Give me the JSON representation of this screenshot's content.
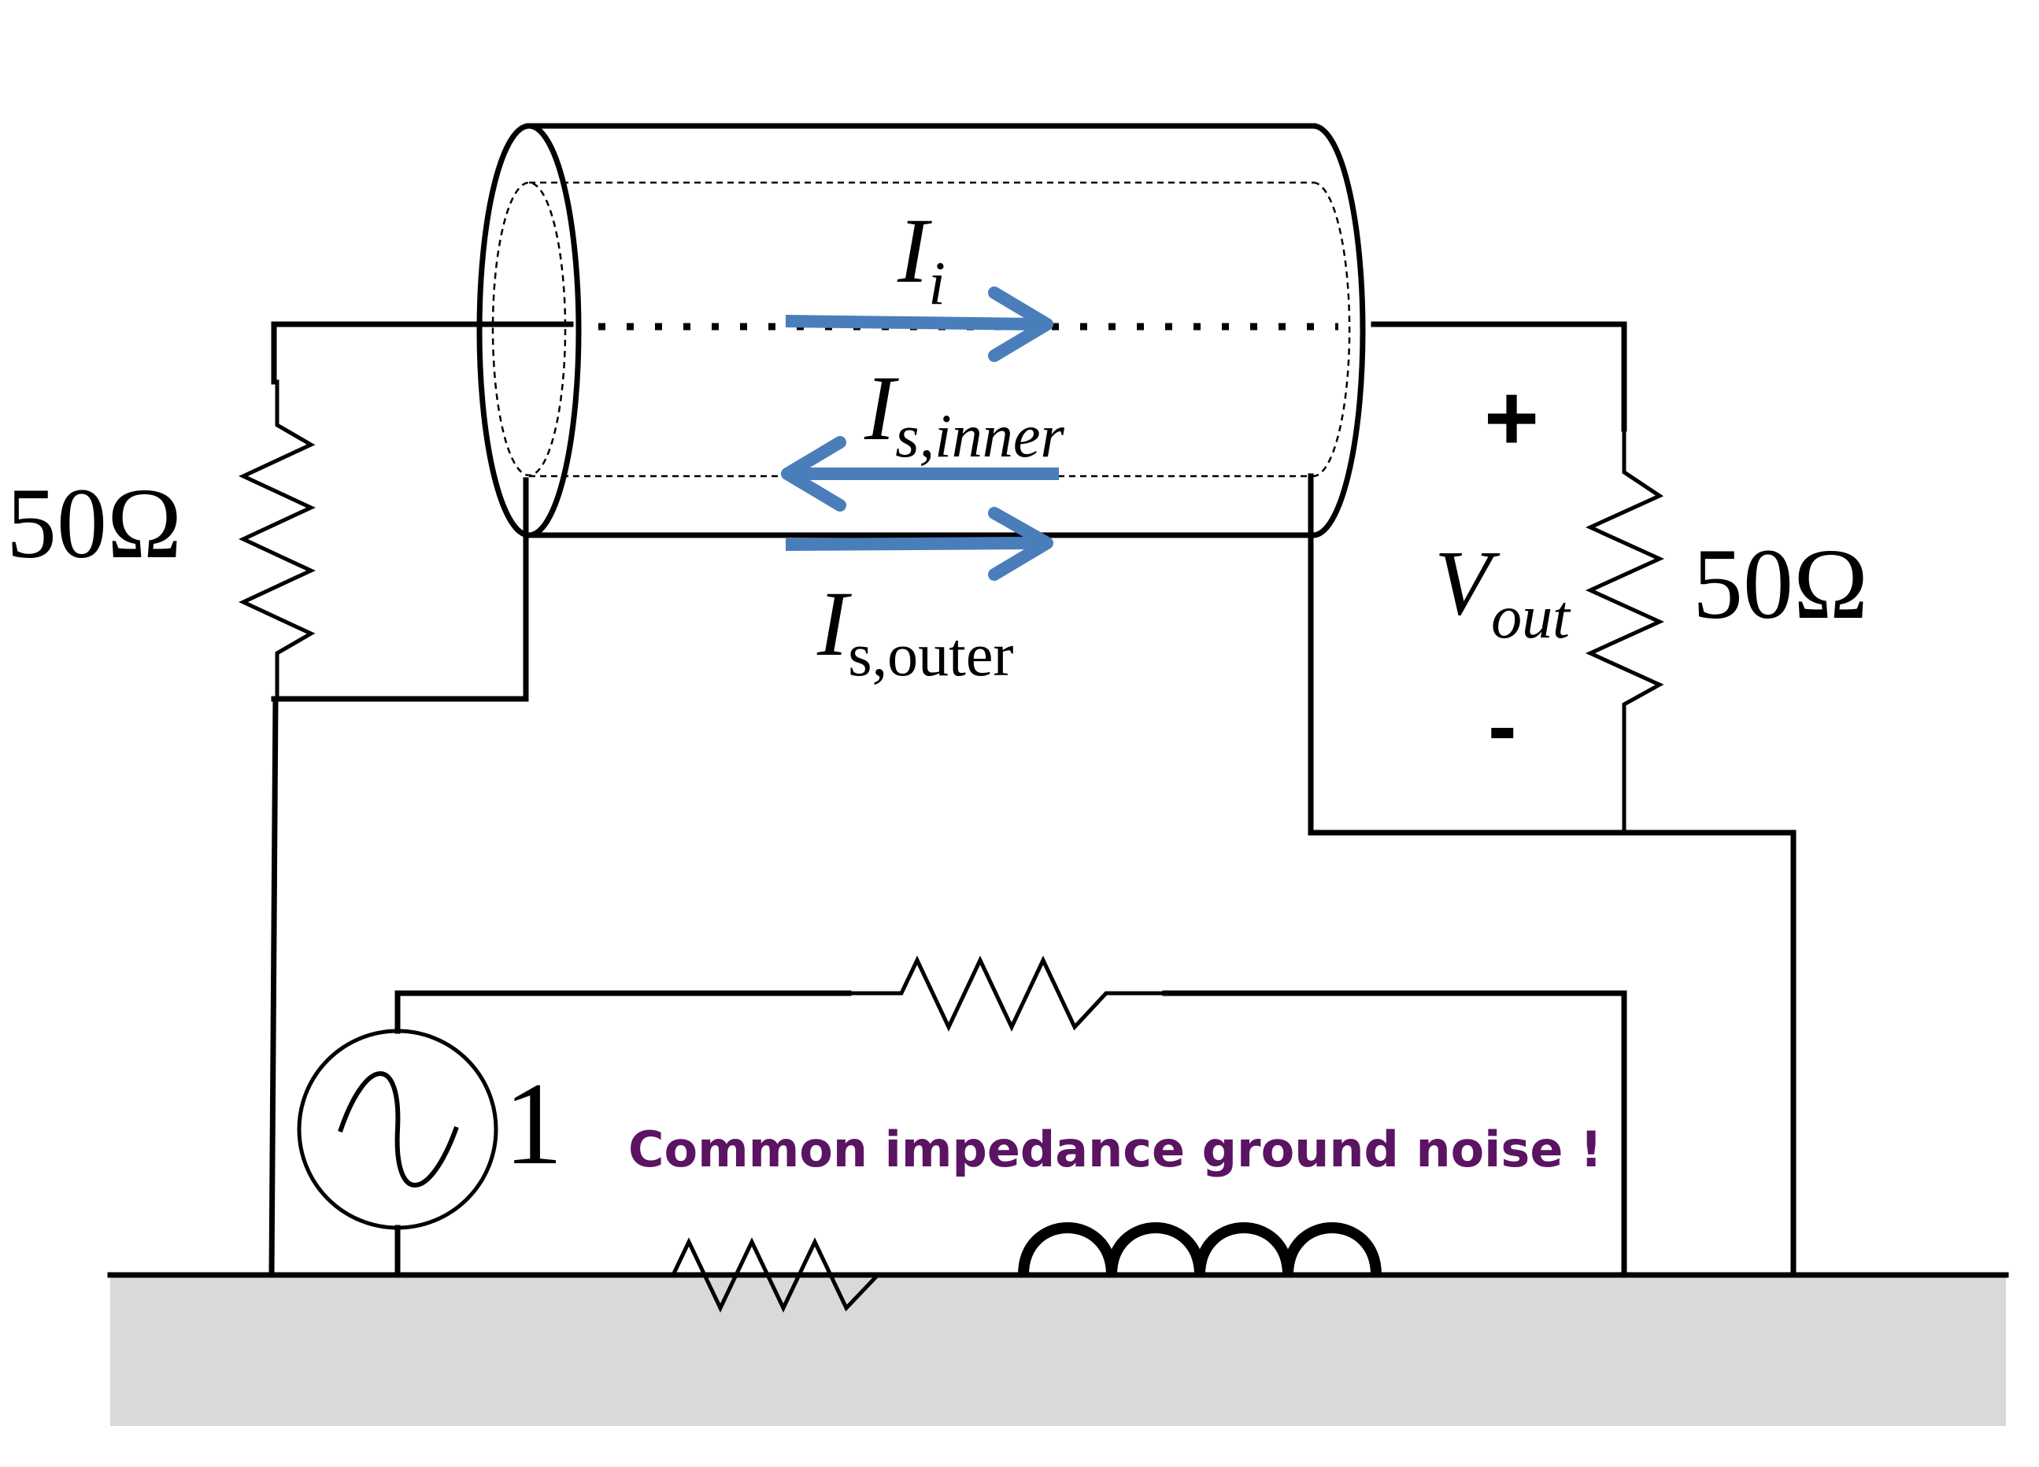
{
  "labels": {
    "r_left": "50Ω",
    "r_right": "50Ω",
    "i_inner": {
      "main": "I",
      "sub": "i"
    },
    "i_s_inner": {
      "main": "I",
      "sub": "s,inner"
    },
    "i_s_outer": {
      "main": "I",
      "sub": "s,outer"
    },
    "v_out": {
      "main": "V",
      "sub": "out"
    },
    "plus": "+",
    "minus": "-",
    "source_value": "1",
    "note": "Common impedance ground noise !"
  },
  "colors": {
    "arrow": "#4a7ebb",
    "note": "#5a1462",
    "ground_fill": "#d9d9d9"
  },
  "icons": {
    "source": "ac-source-icon",
    "resistor": "resistor-icon",
    "inductor": "inductor-icon",
    "coax": "coax-cable-icon"
  }
}
